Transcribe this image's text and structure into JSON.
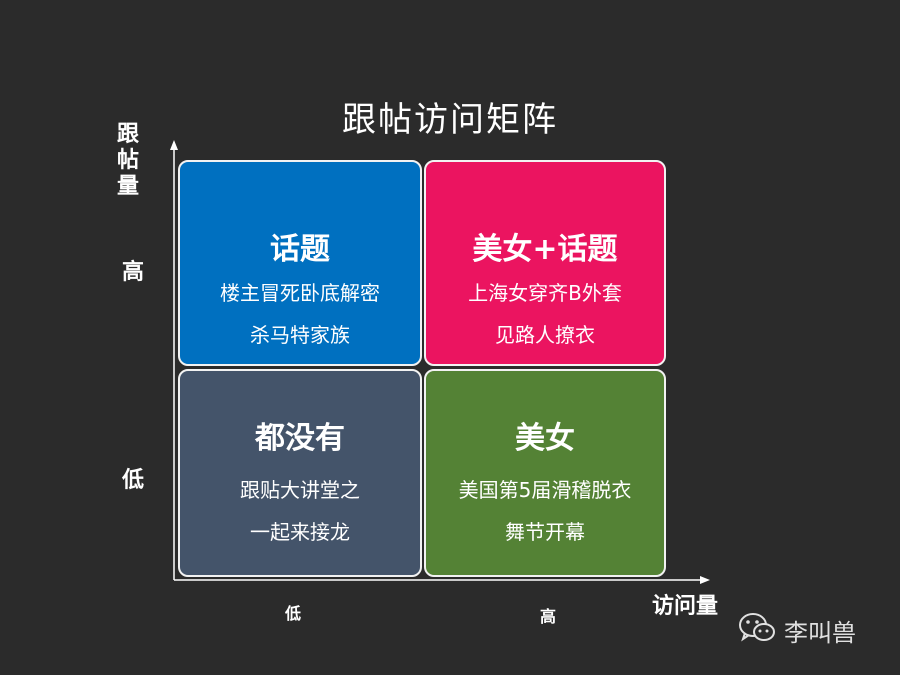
{
  "title": "跟帖访问矩阵",
  "y_axis": {
    "label": "跟帖量",
    "ticks": [
      "高",
      "低"
    ]
  },
  "x_axis": {
    "label": "访问量",
    "ticks": [
      "低",
      "高"
    ]
  },
  "quadrants": [
    {
      "position": "top-left",
      "color": "#0070c0",
      "heading": "话题",
      "lines": [
        "楼主冒死卧底解密",
        "杀马特家族"
      ]
    },
    {
      "position": "top-right",
      "color": "#eb1460",
      "heading": "美女+话题",
      "lines": [
        "上海女穿齐B外套",
        "见路人撩衣"
      ]
    },
    {
      "position": "bottom-left",
      "color": "#44546a",
      "heading": "都没有",
      "lines": [
        "跟贴大讲堂之",
        "一起来接龙"
      ]
    },
    {
      "position": "bottom-right",
      "color": "#548235",
      "heading": "美女",
      "lines": [
        "美国第5届滑稽脱衣",
        "舞节开幕"
      ]
    }
  ],
  "watermark": {
    "text": "李叫兽",
    "icon": "wechat-icon"
  }
}
